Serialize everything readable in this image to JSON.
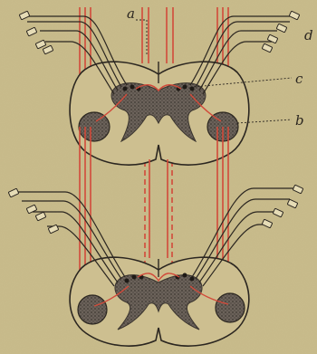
{
  "labels": {
    "a": "a",
    "b": "b",
    "c": "c",
    "d": "d"
  },
  "colors": {
    "background": "#c9bc8c",
    "ink": "#2b2620",
    "red_tract": "#d24a3a",
    "gray_matter": "#5a5148",
    "ganglion": "#4e463f"
  }
}
